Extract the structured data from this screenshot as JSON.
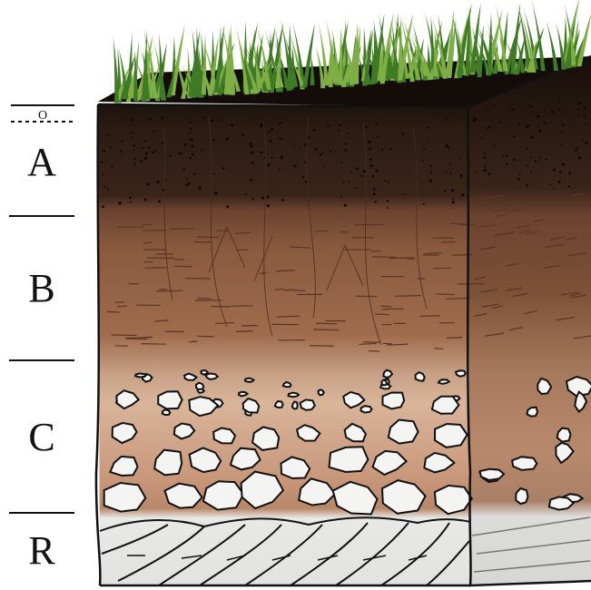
{
  "horizons": [
    {
      "id": "O",
      "label": "O",
      "color": "#1a120e"
    },
    {
      "id": "A",
      "label": "A",
      "color": "#3a2419"
    },
    {
      "id": "B",
      "label": "B",
      "color": "#8a5a3e"
    },
    {
      "id": "C",
      "label": "C",
      "color": "#c49676"
    },
    {
      "id": "R",
      "label": "R",
      "color": "#e6e6e4"
    }
  ],
  "colors": {
    "grass_dark": "#3f7a24",
    "grass_light": "#7fae45",
    "outline": "#111111"
  }
}
